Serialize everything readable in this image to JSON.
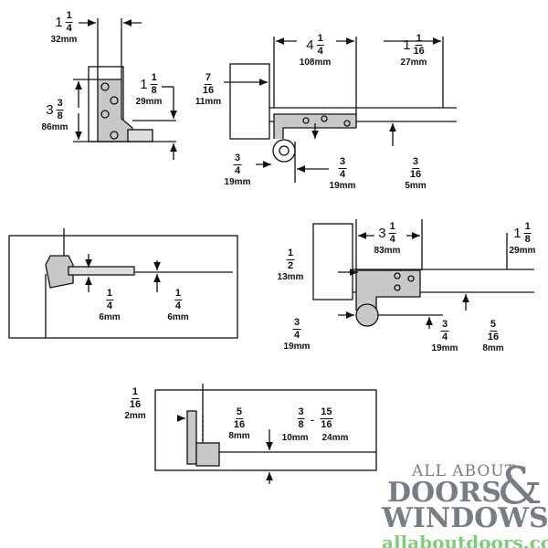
{
  "dimensions": {
    "d1": {
      "whole": "1",
      "num": "1",
      "den": "4",
      "mm": "32mm"
    },
    "d2": {
      "whole": "3",
      "num": "3",
      "den": "8",
      "mm": "86mm"
    },
    "d3": {
      "whole": "1",
      "num": "1",
      "den": "8",
      "mm": "29mm"
    },
    "d4": {
      "num": "7",
      "den": "16",
      "mm": "11mm"
    },
    "d5": {
      "whole": "4",
      "num": "1",
      "den": "4",
      "mm": "108mm"
    },
    "d6": {
      "whole": "1",
      "num": "1",
      "den": "16",
      "mm": "27mm"
    },
    "d7": {
      "num": "3",
      "den": "4",
      "mm": "19mm"
    },
    "d8": {
      "num": "3",
      "den": "4",
      "mm": "19mm"
    },
    "d9": {
      "num": "3",
      "den": "16",
      "mm": "5mm"
    },
    "d10": {
      "num": "1",
      "den": "4",
      "mm": "6mm"
    },
    "d11": {
      "num": "1",
      "den": "4",
      "mm": "6mm"
    },
    "d12": {
      "num": "1",
      "den": "2",
      "mm": "13mm"
    },
    "d13": {
      "whole": "3",
      "num": "1",
      "den": "4",
      "mm": "83mm"
    },
    "d14": {
      "whole": "1",
      "num": "1",
      "den": "8",
      "mm": "29mm"
    },
    "d15": {
      "num": "3",
      "den": "4",
      "mm": "19mm"
    },
    "d16": {
      "num": "3",
      "den": "4",
      "mm": "19mm"
    },
    "d17": {
      "num": "5",
      "den": "16",
      "mm": "8mm"
    },
    "d18": {
      "num": "1",
      "den": "16",
      "mm": "2mm"
    },
    "d19": {
      "num": "5",
      "den": "16",
      "mm": "8mm"
    },
    "d20": {
      "num": "3",
      "den": "8",
      "mm": "10mm",
      "sep": "-",
      "num2": "15",
      "den2": "16",
      "mm2": "24mm"
    }
  },
  "logo": {
    "line1": "ALL ABOUT",
    "line2": "DOORS",
    "amp": "&",
    "line3": "WINDOWS",
    "url": "allaboutdoors.com"
  },
  "colors": {
    "plate": "#c8c8c8",
    "logo_gray": "#777d82",
    "logo_green": "#7fcc7a"
  }
}
